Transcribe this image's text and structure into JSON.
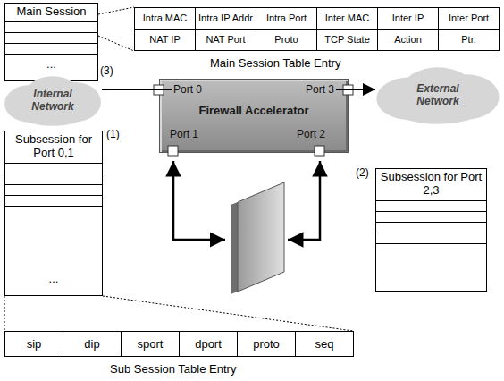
{
  "diagram": {
    "nodes": [
      {
        "text": [
          "Main Session",
          "..."
        ]
      },
      {
        "text": [
          "Main Session Table Entry"
        ]
      },
      {
        "text": [
          "Internal Network"
        ]
      },
      {
        "text": [
          "Firewall Accelerator"
        ]
      },
      {
        "text": [
          "Port 0"
        ],
        "in": 3
      },
      {
        "text": [
          "Port 3"
        ],
        "in": 3
      },
      {
        "text": [
          "Port 1"
        ],
        "in": 3
      },
      {
        "text": [
          "Port 2"
        ],
        "in": 3
      },
      {
        "text": [
          "External Network"
        ]
      },
      {
        "text": [
          "Subsession for Port 0,1",
          "..."
        ]
      },
      {
        "text": [
          "Subsession for Port 2,3"
        ]
      },
      {
        "text": [
          "Sub Session Table Entry"
        ]
      }
    ],
    "edges": [
      {
        "from": 2,
        "to": 4,
        "arrow": "none"
      },
      {
        "from": 5,
        "to": 8,
        "arrow": "to"
      }
    ],
    "labels": [
      "(3)",
      "Intra MAC",
      "Intra IP Addr",
      "Intra Port",
      "Inter MAC",
      "Inter IP",
      "Inter Port",
      "NAT IP",
      "NAT Port",
      "Proto",
      "TCP State",
      "Action",
      "Ptr.",
      "(1)",
      "(2)",
      "sip",
      "dip",
      "sport",
      "dport",
      "proto",
      "seq"
    ]
  }
}
